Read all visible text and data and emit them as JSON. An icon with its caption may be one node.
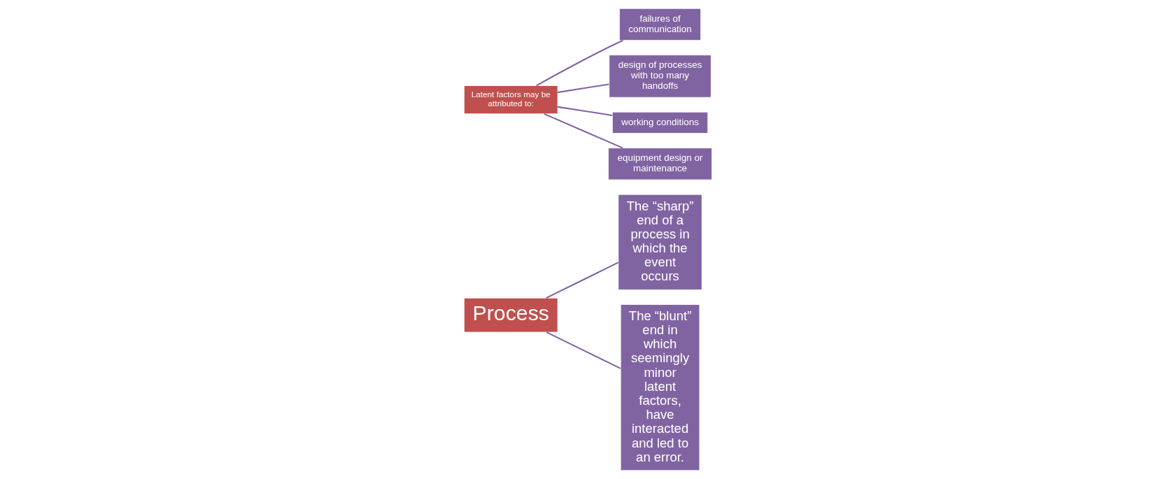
{
  "diagram": {
    "nodes": [
      {
        "text": [
          "Process"
        ]
      },
      {
        "text": [
          "The “sharp” end of a process in which the event occurs"
        ]
      },
      {
        "text": [
          "The “blunt” end in which seemingly minor latent factors, have interacted and led to an error."
        ]
      },
      {
        "text": [
          "Latent factors may be attributed to:"
        ]
      },
      {
        "text": [
          "failures of communication"
        ]
      },
      {
        "text": [
          "design of processes with too many handoffs"
        ]
      },
      {
        "text": [
          "working conditions"
        ]
      },
      {
        "text": [
          "equipment design or maintenance"
        ]
      }
    ],
    "edges": [
      {
        "from": 0,
        "to": 1,
        "arrow": "none"
      },
      {
        "from": 0,
        "to": 2,
        "arrow": "none"
      },
      {
        "from": 3,
        "to": 4,
        "arrow": "none"
      },
      {
        "from": 3,
        "to": 5,
        "arrow": "none"
      },
      {
        "from": 3,
        "to": 6,
        "arrow": "none"
      },
      {
        "from": 3,
        "to": 7,
        "arrow": "none"
      }
    ]
  }
}
